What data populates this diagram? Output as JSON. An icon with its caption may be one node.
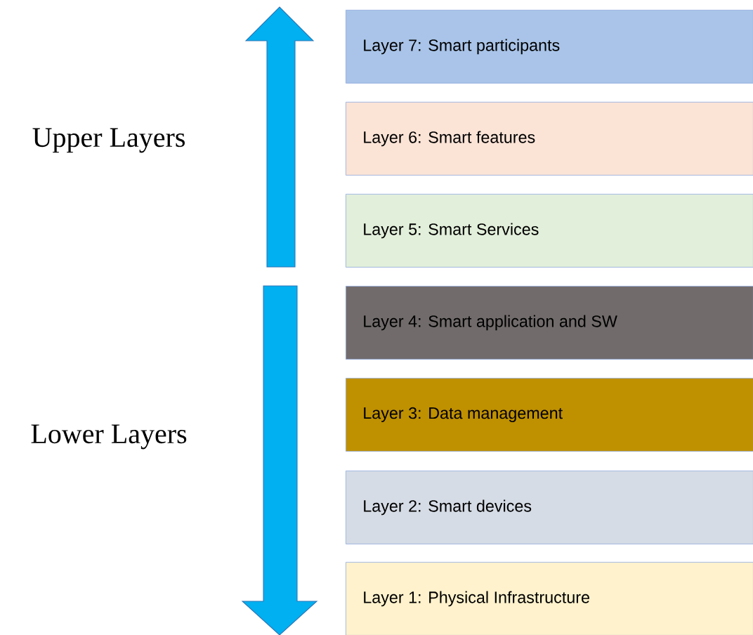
{
  "diagram": {
    "nodes": [
      {
        "text": [
          "Layer 7: Smart participants"
        ]
      },
      {
        "text": [
          "Layer 6: Smart features"
        ]
      },
      {
        "text": [
          "Layer 5: Smart Services"
        ]
      },
      {
        "text": [
          "Layer 4: Smart application and SW"
        ]
      },
      {
        "text": [
          "Layer 3: Data management"
        ]
      },
      {
        "text": [
          "Layer 2: Smart devices"
        ]
      },
      {
        "text": [
          "Layer 1: Physical Infrastructure"
        ]
      }
    ],
    "labels": [
      "Upper Layers",
      "Lower Layers"
    ]
  }
}
